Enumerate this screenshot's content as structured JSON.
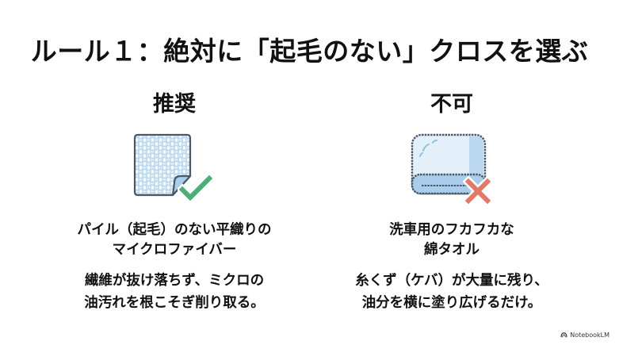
{
  "slide": {
    "title": "ルール１：絶対に「起毛のない」クロスを選ぶ",
    "columns": [
      {
        "heading": "推奨",
        "icon": "woven-microfiber-cloth-icon",
        "badge_icon": "checkmark-icon",
        "badge_color": "#4fae76",
        "label_line1": "パイル（起毛）のない平織りの",
        "label_line2": "マイクロファイバー",
        "desc_line1": "繊維が抜け落ちず、ミクロの",
        "desc_line2": "油汚れを根こそぎ削り取る。"
      },
      {
        "heading": "不可",
        "icon": "fluffy-towel-icon",
        "badge_icon": "cross-icon",
        "badge_color": "#e27a68",
        "label_line1": "洗車用のフカフカな",
        "label_line2": "綿タオル",
        "desc_line1": "糸くず（ケバ）が大量に残り、",
        "desc_line2": "油分を横に塗り広げるだけ。"
      }
    ]
  },
  "watermark": {
    "text": "NotebookLM"
  }
}
